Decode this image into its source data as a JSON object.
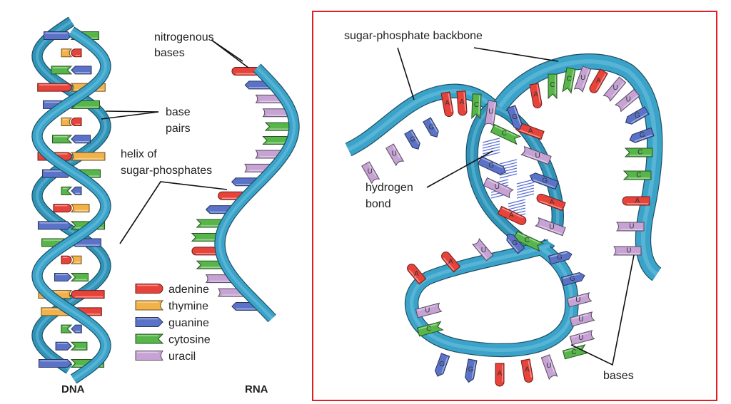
{
  "colors": {
    "adenine": "#e8433a",
    "thymine": "#f2b24a",
    "guanine": "#5a73c8",
    "cytosine": "#57b64a",
    "uracil": "#c6a3d4",
    "backbone": "#3ba3c9",
    "frame": "#e31e24"
  },
  "legend": {
    "items": [
      {
        "name": "adenine",
        "shape": "rounded-bar"
      },
      {
        "name": "thymine",
        "shape": "notched-bar"
      },
      {
        "name": "guanine",
        "shape": "arrow-bar"
      },
      {
        "name": "cytosine",
        "shape": "chevron-bar"
      },
      {
        "name": "uracil",
        "shape": "concave-bar"
      }
    ]
  },
  "labels": {
    "nitrogenous_bases": [
      "nitrogenous",
      "bases"
    ],
    "base_pairs": [
      "base",
      "pairs"
    ],
    "helix": [
      "helix of",
      "sugar-phosphates"
    ],
    "dna": "DNA",
    "rna": "RNA",
    "backbone": "sugar-phosphate backbone",
    "hydrogen_bond": [
      "hydrogen",
      "bond"
    ],
    "bases": "bases"
  },
  "dna": {
    "pairs": [
      [
        "G",
        "C"
      ],
      [
        "T",
        "A"
      ],
      [
        "C",
        "G"
      ],
      [
        "A",
        "T"
      ],
      [
        "G",
        "C"
      ],
      [
        "T",
        "A"
      ],
      [
        "C",
        "G"
      ],
      [
        "A",
        "T"
      ],
      [
        "G",
        "C"
      ],
      [
        "C",
        "G"
      ],
      [
        "A",
        "T"
      ],
      [
        "G",
        "C"
      ],
      [
        "C",
        "G"
      ],
      [
        "A",
        "T"
      ],
      [
        "G",
        "C"
      ],
      [
        "T",
        "A"
      ],
      [
        "T",
        "A"
      ],
      [
        "C",
        "G"
      ],
      [
        "G",
        "C"
      ],
      [
        "G",
        "C"
      ]
    ]
  },
  "rna_strand": {
    "bases": [
      "A",
      "G",
      "U",
      "U",
      "C",
      "C",
      "U",
      "U",
      "G",
      "A",
      "G",
      "C",
      "C",
      "A",
      "C",
      "U",
      "U",
      "G"
    ]
  },
  "rna_folded": {
    "left_arm": [
      "U",
      "U",
      "G",
      "G"
    ],
    "top_loop": [
      "A",
      "A",
      "C",
      "U"
    ],
    "hairpin_left": [
      "C",
      "G",
      "U",
      "A",
      "C"
    ],
    "hairpin_right": [
      "A",
      "U",
      "G",
      "A",
      "U"
    ],
    "upper_arc": [
      "G",
      "A",
      "C",
      "C",
      "U",
      "A",
      "U",
      "U",
      "G",
      "G"
    ],
    "right_tail": [
      "C",
      "C",
      "A",
      "U",
      "U"
    ],
    "lower_loop_top": [
      "A",
      "A",
      "U",
      "G"
    ],
    "lower_loop_right": [
      "G",
      "G",
      "U",
      "U",
      "U",
      "C"
    ],
    "lower_loop_left": [
      "U",
      "C"
    ],
    "lower_loop_bottom": [
      "G",
      "G",
      "A",
      "A",
      "U"
    ]
  }
}
